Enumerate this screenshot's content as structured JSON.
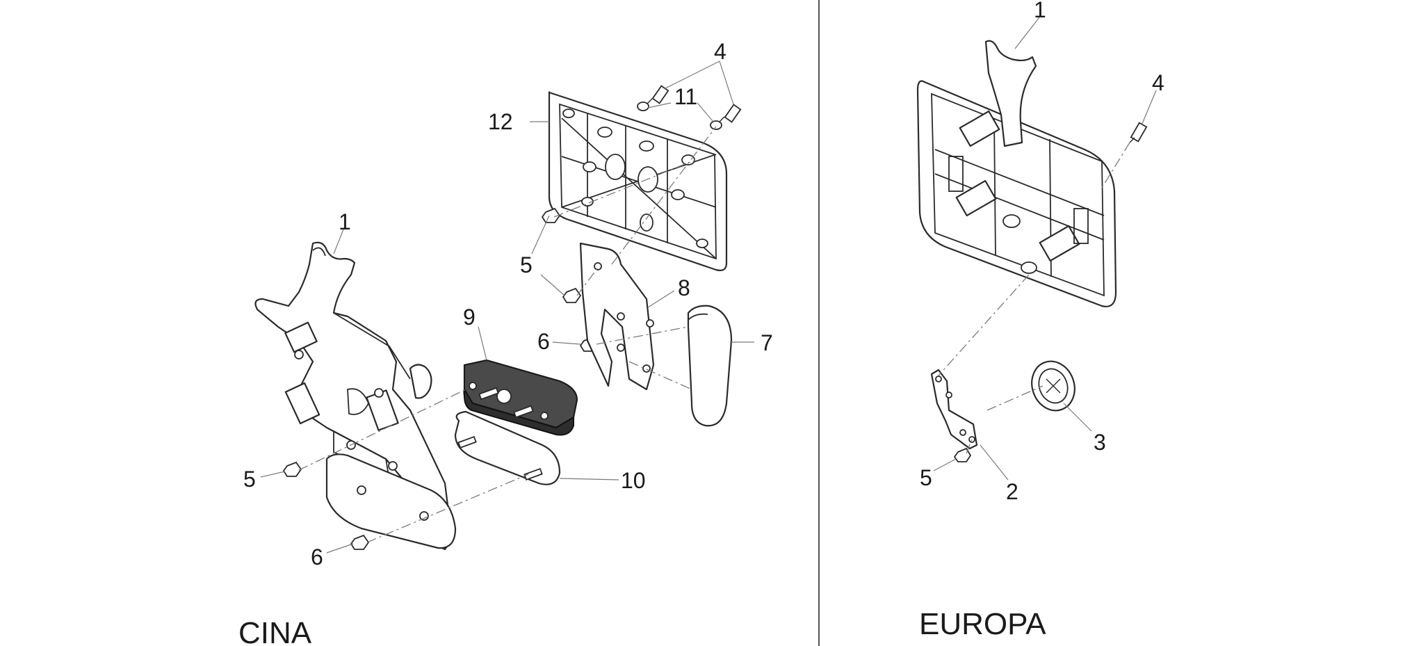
{
  "regions": {
    "left": "CINA",
    "right": "EUROPA"
  },
  "callouts_left": {
    "c1": "1",
    "c4": "4",
    "c11": "11",
    "c12": "12",
    "c5a": "5",
    "c5b": "5",
    "c6a": "6",
    "c6b": "6",
    "c7": "7",
    "c8": "8",
    "c9": "9",
    "c10": "10"
  },
  "callouts_right": {
    "c1": "1",
    "c4": "4",
    "c3": "3",
    "c5": "5",
    "c2": "2"
  },
  "colors": {
    "line": "#2a2a2a",
    "leader": "#7a7a7a",
    "dark_part": "#4a4a4a",
    "background": "#ffffff"
  }
}
